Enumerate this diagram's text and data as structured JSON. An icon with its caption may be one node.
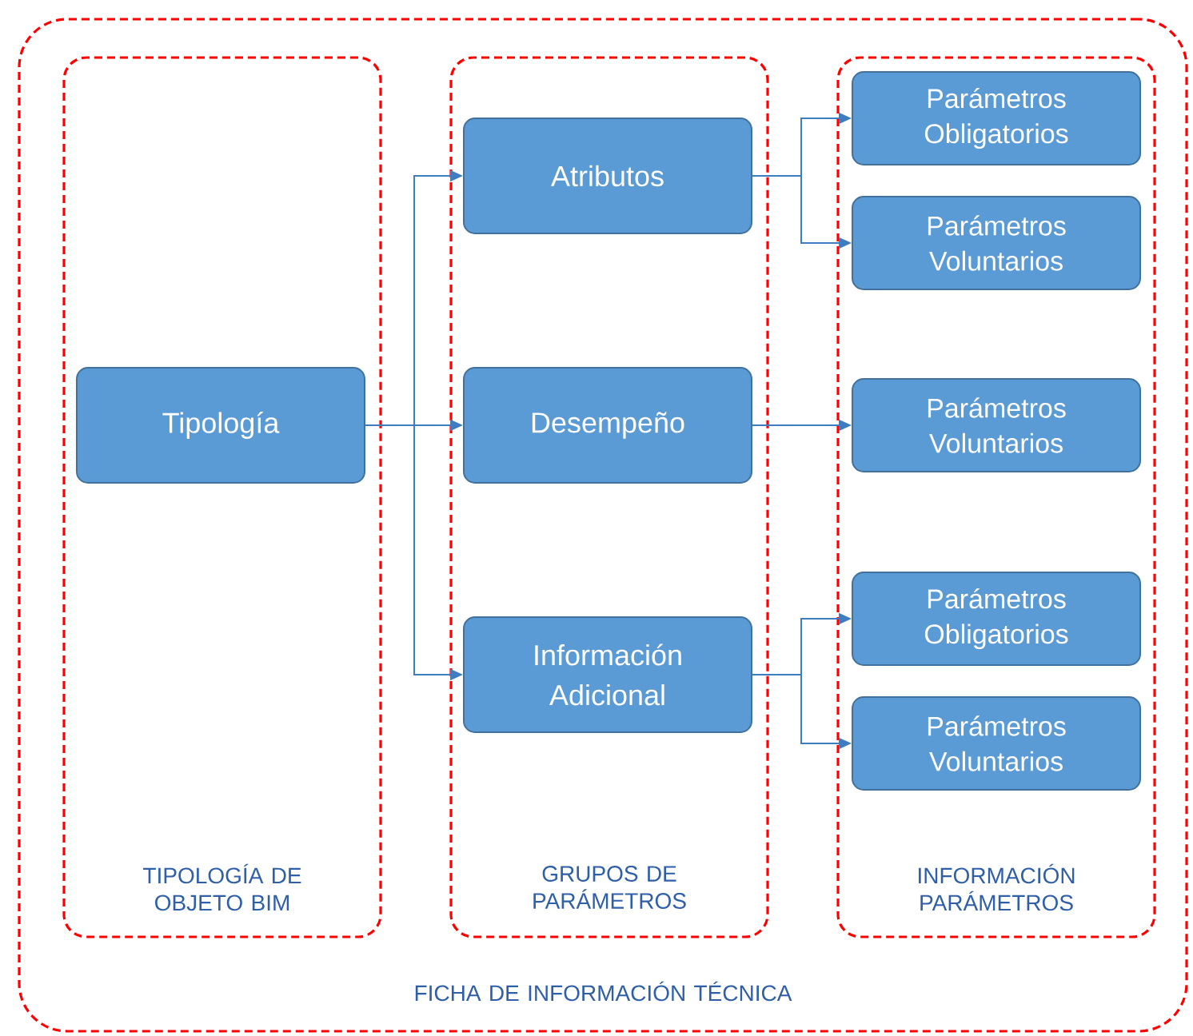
{
  "diagram": {
    "nodes": [
      {
        "text": [
          "FICHA DE INFORMACIÓN TÉCNICA"
        ]
      },
      {
        "text": [
          "TIPOLOGÍA DE OBJETO BIM"
        ],
        "in": 0
      },
      {
        "text": [
          "GRUPOS DE PARÁMETROS"
        ],
        "in": 0
      },
      {
        "text": [
          "INFORMACIÓN PARÁMETROS"
        ],
        "in": 0
      },
      {
        "text": [
          "Tipología"
        ],
        "in": 1
      },
      {
        "text": [
          "Atributos"
        ],
        "in": 2
      },
      {
        "text": [
          "Desempeño"
        ],
        "in": 2
      },
      {
        "text": [
          "Información Adicional"
        ],
        "in": 2
      },
      {
        "text": [
          "Parámetros Obligatorios"
        ],
        "in": 3
      },
      {
        "text": [
          "Parámetros Voluntarios"
        ],
        "in": 3
      },
      {
        "text": [
          "Parámetros Voluntarios"
        ],
        "in": 3
      },
      {
        "text": [
          "Parámetros Obligatorios"
        ],
        "in": 3
      },
      {
        "text": [
          "Parámetros Voluntarios"
        ],
        "in": 3
      }
    ],
    "edges": [
      {
        "from": 4,
        "to": 5,
        "arrow": "to"
      },
      {
        "from": 4,
        "to": 6,
        "arrow": "to"
      },
      {
        "from": 4,
        "to": 7,
        "arrow": "to"
      },
      {
        "from": 5,
        "to": 8,
        "arrow": "to"
      },
      {
        "from": 5,
        "to": 9,
        "arrow": "to"
      },
      {
        "from": 6,
        "to": 10,
        "arrow": "to"
      },
      {
        "from": 7,
        "to": 11,
        "arrow": "to"
      },
      {
        "from": 7,
        "to": 12,
        "arrow": "to"
      }
    ]
  }
}
